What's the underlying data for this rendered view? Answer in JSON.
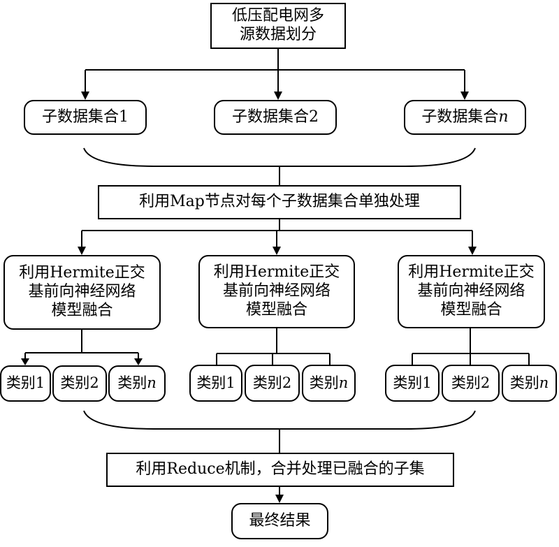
{
  "top_box": {
    "line1": "低压配电网多",
    "line2": "源数据划分"
  },
  "subsets": [
    {
      "label": "子数据集合",
      "suffix": "1",
      "suffix_italic": false
    },
    {
      "label": "子数据集合",
      "suffix": "2",
      "suffix_italic": false
    },
    {
      "label": "子数据集合",
      "suffix": "n",
      "suffix_italic": true
    }
  ],
  "map_box": {
    "label": "利用Map节点对每个子数据集合单独处理"
  },
  "fusion_boxes": [
    {
      "line1": "利用Hermite正交",
      "line2": "基前向神经网络",
      "line3": "模型融合"
    },
    {
      "line1": "利用Hermite正交",
      "line2": "基前向神经网络",
      "line3": "模型融合"
    },
    {
      "line1": "利用Hermite正交",
      "line2": "基前向神经网络",
      "line3": "模型融合"
    }
  ],
  "categories": [
    [
      {
        "label": "类别",
        "suffix": "1",
        "suffix_italic": false
      },
      {
        "label": "类别",
        "suffix": "2",
        "suffix_italic": false
      },
      {
        "label": "类别",
        "suffix": "n",
        "suffix_italic": true
      }
    ],
    [
      {
        "label": "类别",
        "suffix": "1",
        "suffix_italic": false
      },
      {
        "label": "类别",
        "suffix": "2",
        "suffix_italic": false
      },
      {
        "label": "类别",
        "suffix": "n",
        "suffix_italic": true
      }
    ],
    [
      {
        "label": "类别",
        "suffix": "1",
        "suffix_italic": false
      },
      {
        "label": "类别",
        "suffix": "2",
        "suffix_italic": false
      },
      {
        "label": "类别",
        "suffix": "n",
        "suffix_italic": true
      }
    ]
  ],
  "reduce_box": {
    "label": "利用Reduce机制，合并处理已融合的子集"
  },
  "result_box": {
    "label": "最终结果"
  }
}
